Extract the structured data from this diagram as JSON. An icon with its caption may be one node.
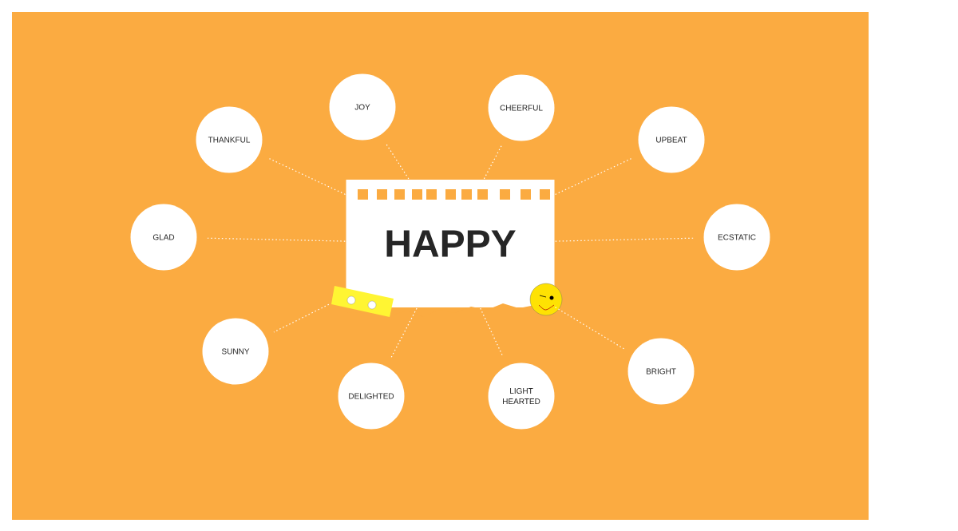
{
  "diagram": {
    "nodes": [
      {
        "text": [
          "HAPPY"
        ]
      },
      {
        "text": [
          "THANKFUL"
        ]
      },
      {
        "text": [
          "JOY"
        ]
      },
      {
        "text": [
          "CHEERFUL"
        ]
      },
      {
        "text": [
          "UPBEAT"
        ]
      },
      {
        "text": [
          "GLAD"
        ]
      },
      {
        "text": [
          "ECSTATIC"
        ]
      },
      {
        "text": [
          "SUNNY"
        ]
      },
      {
        "text": [
          "DELIGHTED"
        ]
      },
      {
        "text": [
          "LIGHT HEARTED"
        ]
      },
      {
        "text": [
          "BRIGHT"
        ]
      }
    ],
    "edges": [
      {
        "from": 0,
        "to": 1,
        "arrow": "none",
        "style": "dashed"
      },
      {
        "from": 0,
        "to": 2,
        "arrow": "none",
        "style": "dashed"
      },
      {
        "from": 0,
        "to": 3,
        "arrow": "none",
        "style": "dashed"
      },
      {
        "from": 0,
        "to": 4,
        "arrow": "none",
        "style": "dashed"
      },
      {
        "from": 0,
        "to": 5,
        "arrow": "none",
        "style": "dashed"
      },
      {
        "from": 0,
        "to": 6,
        "arrow": "none",
        "style": "dashed"
      },
      {
        "from": 0,
        "to": 7,
        "arrow": "none",
        "style": "dashed"
      },
      {
        "from": 0,
        "to": 8,
        "arrow": "none",
        "style": "dashed"
      },
      {
        "from": 0,
        "to": 9,
        "arrow": "none",
        "style": "dashed"
      },
      {
        "from": 0,
        "to": 10,
        "arrow": "none",
        "style": "dashed"
      }
    ]
  }
}
